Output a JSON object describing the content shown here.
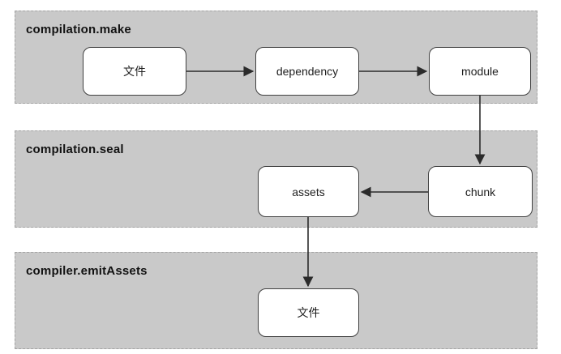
{
  "diagram": {
    "bands": [
      {
        "title": "compilation.make",
        "nodes": [
          {
            "id": "file-source",
            "label": "文件"
          },
          {
            "id": "dependency",
            "label": "dependency"
          },
          {
            "id": "module",
            "label": "module"
          }
        ]
      },
      {
        "title": "compilation.seal",
        "nodes": [
          {
            "id": "assets",
            "label": "assets"
          },
          {
            "id": "chunk",
            "label": "chunk"
          }
        ]
      },
      {
        "title": "compiler.emitAssets",
        "nodes": [
          {
            "id": "file-output",
            "label": "文件"
          }
        ]
      }
    ],
    "edges": [
      {
        "from": "file-source",
        "to": "dependency"
      },
      {
        "from": "dependency",
        "to": "module"
      },
      {
        "from": "module",
        "to": "chunk"
      },
      {
        "from": "chunk",
        "to": "assets"
      },
      {
        "from": "assets",
        "to": "file-output"
      }
    ],
    "colors": {
      "band_fill": "#c9c9c9",
      "band_border": "#a3a3a3",
      "node_fill": "#ffffff",
      "node_border": "#404040",
      "arrow": "#2b2b2b",
      "title_text": "#121212"
    }
  }
}
